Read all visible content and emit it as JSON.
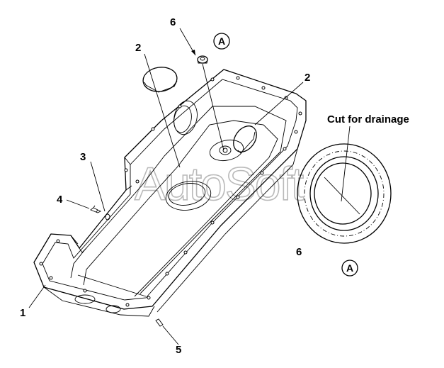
{
  "diagram": {
    "callouts": {
      "c1": "1",
      "c2a": "2",
      "c2b": "2",
      "c3": "3",
      "c4": "4",
      "c5": "5",
      "c6a": "6",
      "c6b": "6"
    },
    "view_marker_top": "A",
    "view_marker_detail": "A",
    "detail_note": "Cut for drainage",
    "watermark": "AutoSoft"
  }
}
